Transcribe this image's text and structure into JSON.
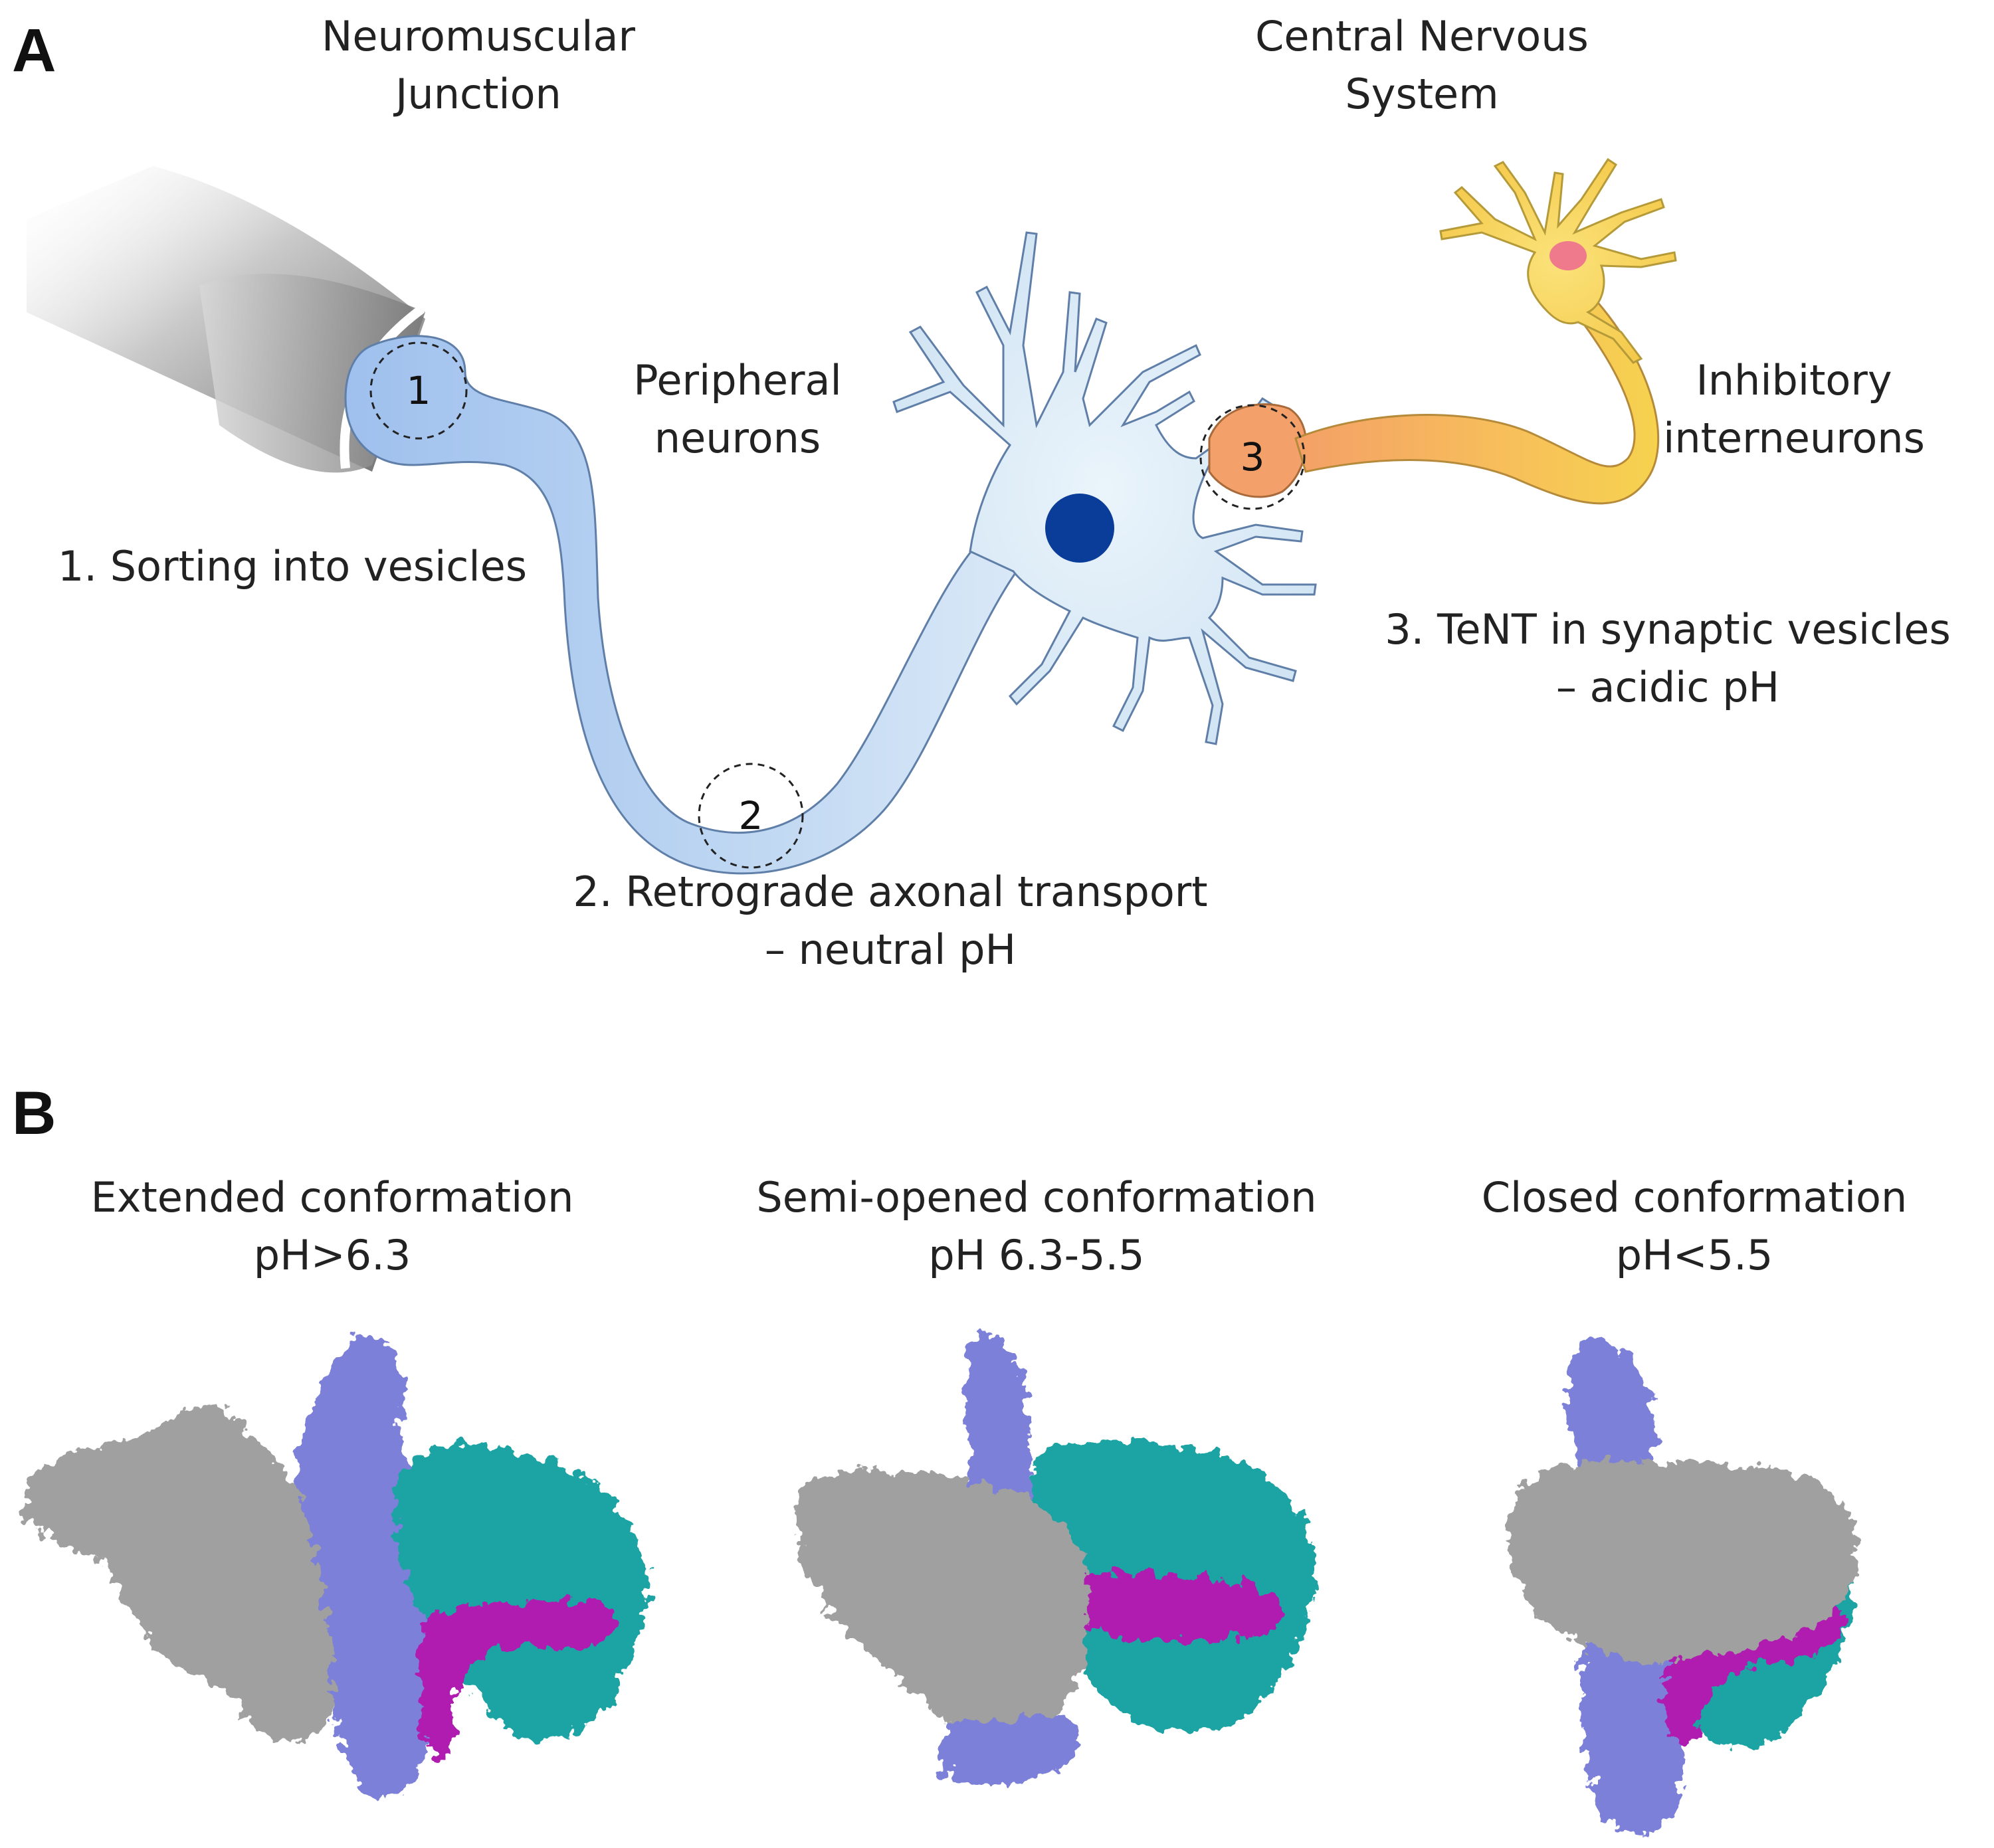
{
  "panel_a": {
    "letter": "A",
    "neuromuscular_junction": [
      "Neuromuscular",
      "Junction"
    ],
    "cns": [
      "Central Nervous",
      "System"
    ],
    "peripheral_neurons": [
      "Peripheral",
      "neurons"
    ],
    "inhibitory_interneurons": [
      "Inhibitory",
      "interneurons"
    ],
    "step1": "1. Sorting into vesicles",
    "step2": [
      "2. Retrograde axonal transport",
      "– neutral pH"
    ],
    "step3": [
      "3. TeNT in synaptic vesicles",
      "– acidic pH"
    ],
    "markers": [
      "1",
      "2",
      "3"
    ]
  },
  "panel_b": {
    "letter": "B",
    "conformations": [
      {
        "name": "Extended conformation",
        "ph": "pH>6.3"
      },
      {
        "name": "Semi-opened conformation",
        "ph": "pH 6.3-5.5"
      },
      {
        "name": "Closed conformation",
        "ph": "pH<5.5"
      }
    ]
  },
  "colors": {
    "peripheral_neuron": "#a9c8ef",
    "peripheral_outline": "#5f7fa8",
    "nucleus": "#0a3d9a",
    "presynaptic_orange": "#f3a06a",
    "interneuron_yellow": "#f7d84c",
    "interneuron_nucleus": "#ef7a8c",
    "muscle_gray": "#8a8a8a",
    "domain_gray": "#a0a0a0",
    "domain_blue": "#7b80d8",
    "domain_teal": "#1fa3a3",
    "domain_magenta": "#b01ab0"
  }
}
